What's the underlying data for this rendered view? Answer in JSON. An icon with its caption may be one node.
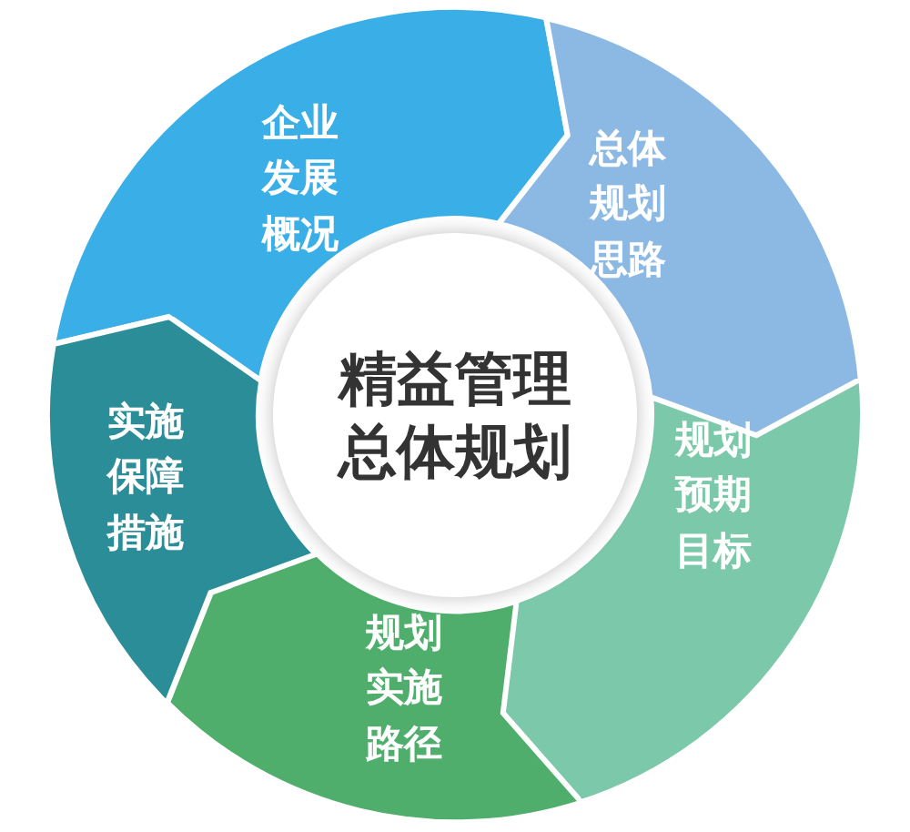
{
  "diagram": {
    "nodes": [
      {
        "text": [
          "精益管理总体规划"
        ]
      },
      {
        "text": [
          "企业发展概况"
        ]
      },
      {
        "text": [
          "总体规划思路"
        ]
      },
      {
        "text": [
          "规划预期目标"
        ]
      },
      {
        "text": [
          "规划实施路径"
        ]
      },
      {
        "text": [
          "实施保障措施"
        ]
      }
    ]
  }
}
